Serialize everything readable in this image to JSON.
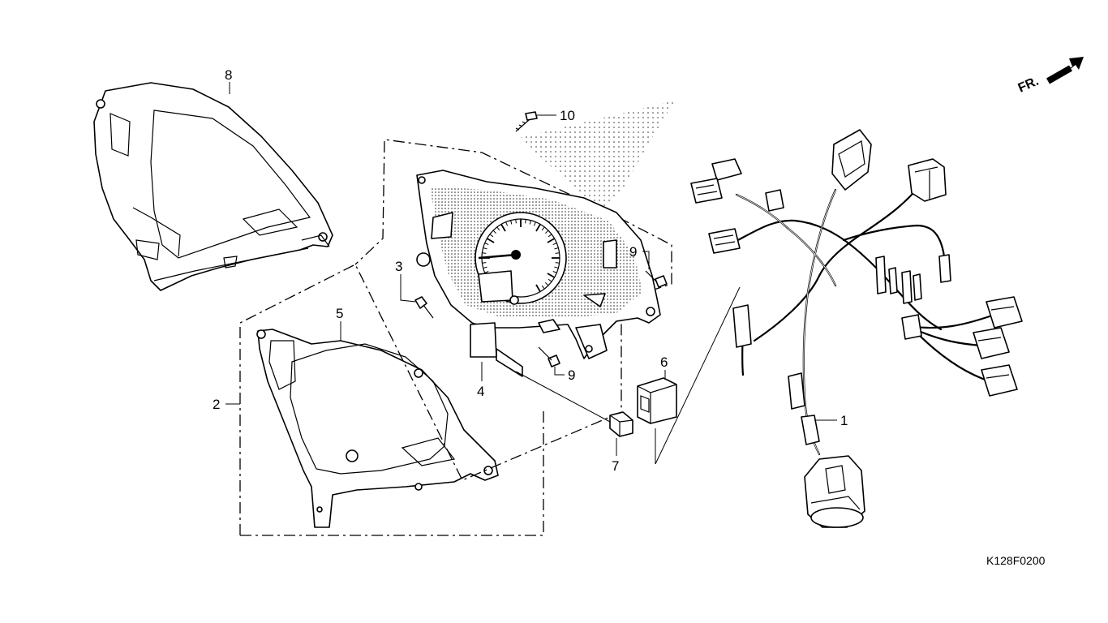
{
  "diagram": {
    "callouts": [
      {
        "id": "1",
        "label": "1"
      },
      {
        "id": "2",
        "label": "2"
      },
      {
        "id": "3",
        "label": "3"
      },
      {
        "id": "4",
        "label": "4"
      },
      {
        "id": "5",
        "label": "5"
      },
      {
        "id": "6",
        "label": "6"
      },
      {
        "id": "7",
        "label": "7"
      },
      {
        "id": "8",
        "label": "8"
      },
      {
        "id": "9a",
        "label": "9"
      },
      {
        "id": "9b",
        "label": "9"
      },
      {
        "id": "10",
        "label": "10"
      }
    ],
    "direction_label": "FR.",
    "drawing_code": "K128F0200",
    "icons": [
      "front-direction-arrow-icon"
    ],
    "colors": {
      "ink": "#000000",
      "background": "#ffffff"
    }
  }
}
